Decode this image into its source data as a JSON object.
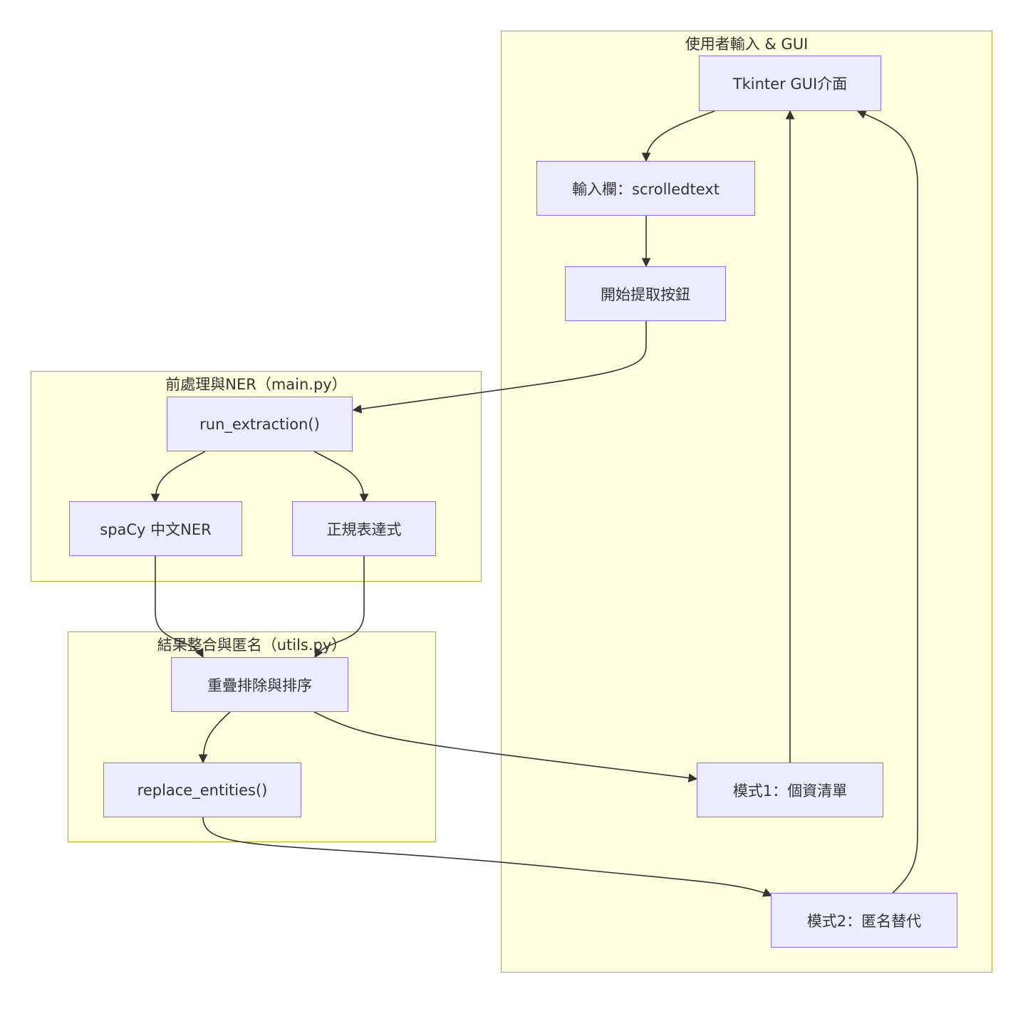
{
  "subgraphs": {
    "gui": {
      "label": "使用者輸入 & GUI"
    },
    "ner": {
      "label": "前處理與NER（main.py）"
    },
    "utils": {
      "label": "結果整合與匿名（utils.py）"
    }
  },
  "nodes": {
    "tkinter": "Tkinter GUI介面",
    "input": "輸入欄：scrolledtext",
    "start": "開始提取按鈕",
    "run": "run_extraction()",
    "spacy": "spaCy 中文NER",
    "regex": "正規表達式",
    "dedupe": "重疊排除與排序",
    "replace": "replace_entities()",
    "mode1": "模式1：個資清單",
    "mode2": "模式2：匿名替代"
  },
  "edges": [
    {
      "from": "tkinter",
      "to": "input"
    },
    {
      "from": "input",
      "to": "start"
    },
    {
      "from": "start",
      "to": "run"
    },
    {
      "from": "run",
      "to": "spacy"
    },
    {
      "from": "run",
      "to": "regex"
    },
    {
      "from": "spacy",
      "to": "dedupe"
    },
    {
      "from": "regex",
      "to": "dedupe"
    },
    {
      "from": "dedupe",
      "to": "replace"
    },
    {
      "from": "dedupe",
      "to": "mode1"
    },
    {
      "from": "replace",
      "to": "mode2"
    },
    {
      "from": "mode1",
      "to": "tkinter"
    },
    {
      "from": "mode2",
      "to": "tkinter"
    }
  ],
  "colors": {
    "node_fill": "#ececff",
    "node_border": "#9370db",
    "cluster_fill": "#ffffde",
    "cluster_border": "#aaaa33",
    "edge": "#333333",
    "text": "#333333"
  }
}
